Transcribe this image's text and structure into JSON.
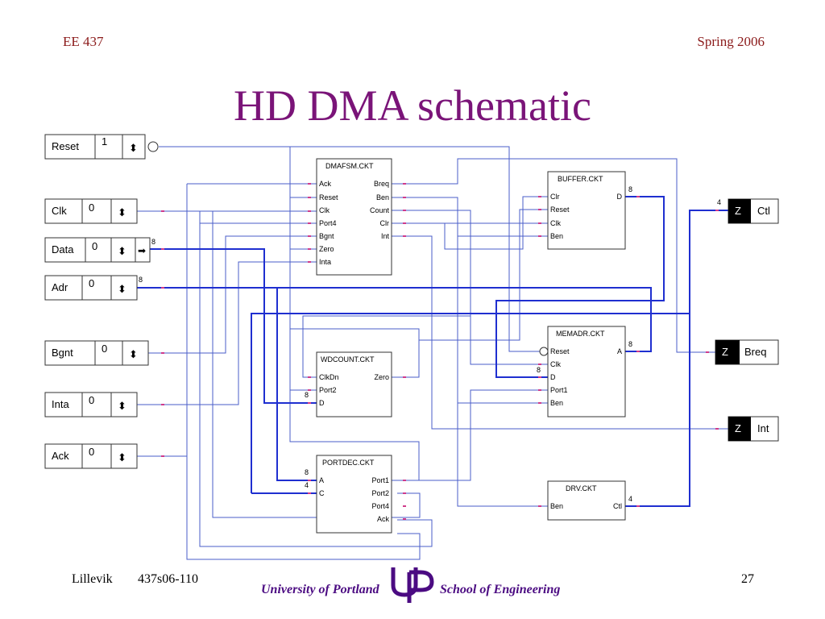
{
  "header": {
    "course": "EE 437",
    "term": "Spring 2006"
  },
  "title": "HD DMA schematic",
  "inputs": [
    {
      "name": "Reset",
      "value": "1"
    },
    {
      "name": "Clk",
      "value": "0"
    },
    {
      "name": "Data",
      "value": "0",
      "bus_width": "8"
    },
    {
      "name": "Adr",
      "value": "0",
      "bus_width": "8"
    },
    {
      "name": "Bgnt",
      "value": "0"
    },
    {
      "name": "Inta",
      "value": "0"
    },
    {
      "name": "Ack",
      "value": "0"
    }
  ],
  "outputs": [
    {
      "name": "Ctl",
      "state": "Z",
      "bus_width": "4"
    },
    {
      "name": "Breq",
      "state": "Z"
    },
    {
      "name": "Int",
      "state": "Z"
    }
  ],
  "modules": {
    "dmafsm": {
      "name": "DMAFSM.CKT",
      "left": [
        "Ack",
        "Reset",
        "Clk",
        "Port4",
        "Bgnt",
        "Zero",
        "Inta"
      ],
      "right": [
        "Breq",
        "Ben",
        "Count",
        "Clr",
        "Int"
      ]
    },
    "buffer": {
      "name": "BUFFER.CKT",
      "left": [
        "Clr",
        "Reset",
        "Clk",
        "Ben"
      ],
      "right": [
        "D"
      ],
      "bus_width": "8"
    },
    "wdcount": {
      "name": "WDCOUNT.CKT",
      "left": [
        "ClkDn",
        "Port2",
        "D"
      ],
      "right": [
        "Zero"
      ],
      "bus_width": "8"
    },
    "memadr": {
      "name": "MEMADR.CKT",
      "left": [
        "Reset",
        "Clk",
        "D",
        "Port1",
        "Ben"
      ],
      "right": [
        "A"
      ],
      "bus_widths": [
        "8",
        "8"
      ]
    },
    "portdec": {
      "name": "PORTDEC.CKT",
      "left": [
        "A",
        "C"
      ],
      "right": [
        "Port1",
        "Port2",
        "Port4",
        "Ack"
      ],
      "bus_widths": [
        "8",
        "4"
      ]
    },
    "drv": {
      "name": "DRV.CKT",
      "left": [
        "Ben"
      ],
      "right": [
        "Ctl"
      ],
      "bus_width": "4"
    }
  },
  "colors": {
    "wire": "#4a5ec8",
    "bus": "#1f2fd0",
    "title": "#7a1478",
    "header": "#8b1a1a",
    "footer_brand": "#4b0b82",
    "pin_dot": "#d03a8a"
  },
  "footer": {
    "author": "Lillevik",
    "slide_id": "437s06-110",
    "university": "University of Portland",
    "school": "School of Engineering",
    "page": "27",
    "logo_icon": "up-logo-icon"
  }
}
